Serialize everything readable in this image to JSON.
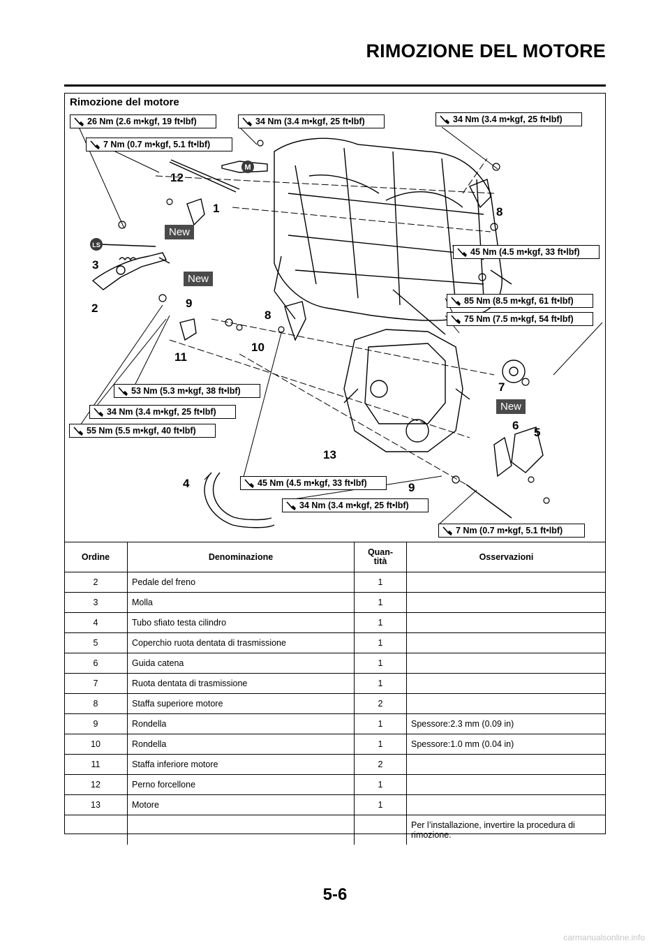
{
  "header": {
    "title": "RIMOZIONE DEL MOTORE"
  },
  "section": {
    "title": "Rimozione del motore"
  },
  "diagram": {
    "torque_labels": [
      "26 Nm (2.6 m•kgf, 19 ft•lbf)",
      "7 Nm (0.7 m•kgf, 5.1 ft•lbf)",
      "34 Nm (3.4 m•kgf, 25 ft•lbf)",
      "34 Nm (3.4 m•kgf, 25 ft•lbf)",
      "45 Nm (4.5 m•kgf, 33 ft•lbf)",
      "85 Nm (8.5 m•kgf, 61 ft•lbf)",
      "75 Nm (7.5 m•kgf, 54 ft•lbf)",
      "53 Nm (5.3 m•kgf, 38 ft•lbf)",
      "34 Nm (3.4 m•kgf, 25 ft•lbf)",
      "55 Nm (5.5 m•kgf, 40 ft•lbf)",
      "45 Nm (4.5 m•kgf, 33 ft•lbf)",
      "34 Nm (3.4 m•kgf, 25 ft•lbf)",
      "7 Nm (0.7 m•kgf, 5.1 ft•lbf)"
    ],
    "callouts": [
      "12",
      "1",
      "8",
      "3",
      "2",
      "9",
      "8",
      "10",
      "11",
      "7",
      "6",
      "5",
      "13",
      "4",
      "9"
    ],
    "new_tags": [
      "New",
      "New",
      "New"
    ],
    "symbols": {
      "m": "M",
      "ls": "LS"
    }
  },
  "table": {
    "headers": [
      "Ordine",
      "Denominazione",
      "Quan-\ntità",
      "Osservazioni"
    ],
    "rows": [
      [
        "2",
        "Pedale del freno",
        "1",
        ""
      ],
      [
        "3",
        "Molla",
        "1",
        ""
      ],
      [
        "4",
        "Tubo sfiato testa cilindro",
        "1",
        ""
      ],
      [
        "5",
        "Coperchio ruota dentata di trasmissione",
        "1",
        ""
      ],
      [
        "6",
        "Guida catena",
        "1",
        ""
      ],
      [
        "7",
        "Ruota dentata di trasmissione",
        "1",
        ""
      ],
      [
        "8",
        "Staffa superiore motore",
        "2",
        ""
      ],
      [
        "9",
        "Rondella",
        "1",
        "Spessore:2.3 mm (0.09 in)"
      ],
      [
        "10",
        "Rondella",
        "1",
        "Spessore:1.0 mm (0.04 in)"
      ],
      [
        "11",
        "Staffa inferiore motore",
        "2",
        ""
      ],
      [
        "12",
        "Perno forcellone",
        "1",
        ""
      ],
      [
        "13",
        "Motore",
        "1",
        ""
      ]
    ],
    "note": "Per l’installazione, invertire la procedura di rimozione."
  },
  "footer": {
    "page_number": "5-6",
    "watermark": "carmanualsonline.info"
  }
}
